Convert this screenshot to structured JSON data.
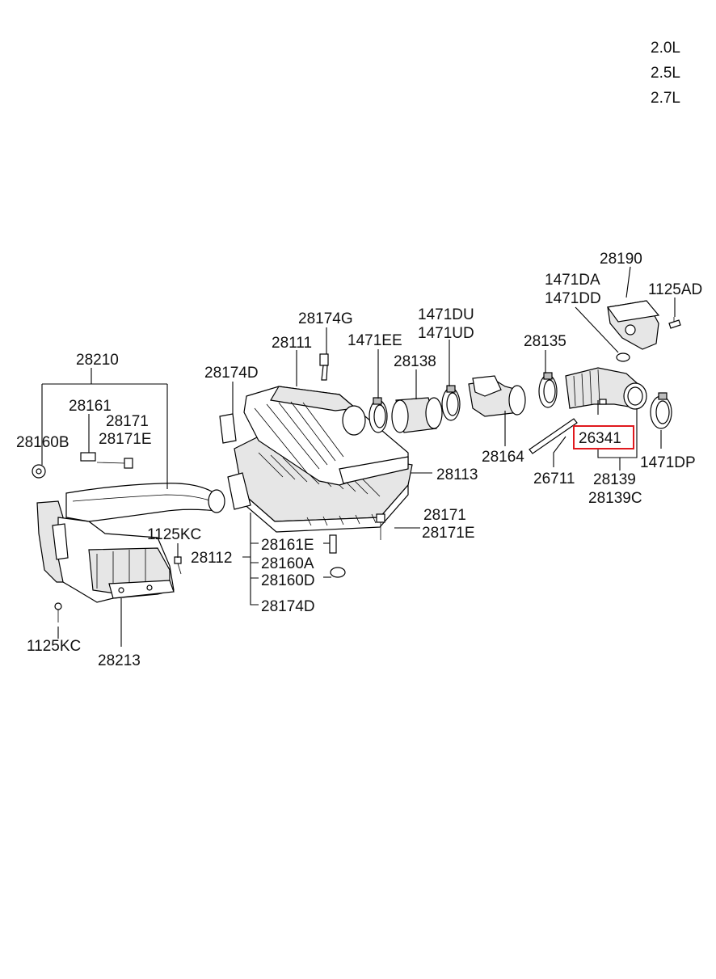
{
  "engine_variants": [
    "2.0L",
    "2.5L",
    "2.7L"
  ],
  "highlighted_part": "26341",
  "labels": {
    "p28190": "28190",
    "p1471DA": "1471DA",
    "p1471DD": "1471DD",
    "p1125AD": "1125AD",
    "p28174G": "28174G",
    "p1471DU": "1471DU",
    "p1471UD": "1471UD",
    "p28111": "28111",
    "p1471EE": "1471EE",
    "p28138": "28138",
    "p28135": "28135",
    "p28210": "28210",
    "p28174D_top": "28174D",
    "p28161": "28161",
    "p28171_left": "28171",
    "p28171E_left": "28171E",
    "p28160B": "28160B",
    "p28164": "28164",
    "p26711": "26711",
    "p1471DP": "1471DP",
    "p28113": "28113",
    "p28139": "28139",
    "p28139C": "28139C",
    "p28171_right": "28171",
    "p28171E_right": "28171E",
    "p1125KC_mid": "1125KC",
    "p28161E": "28161E",
    "p28112": "28112",
    "p28160A": "28160A",
    "p28160D": "28160D",
    "p28174D_bottom": "28174D",
    "p1125KC_bottom": "1125KC",
    "p28213": "28213"
  }
}
